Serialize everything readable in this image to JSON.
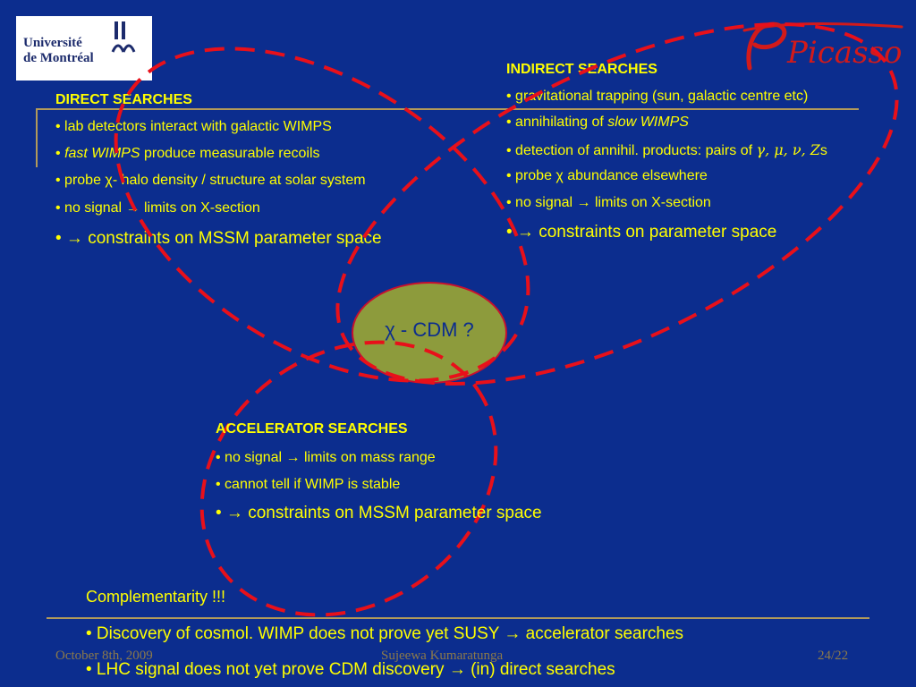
{
  "logo": {
    "line1": "Université",
    "line2": "de Montréal"
  },
  "picasso_logo": "Picasso",
  "direct": {
    "title": "DIRECT SEARCHES",
    "items": [
      "• lab detectors interact with galactic WIMPS",
      "produce measurable recoils",
      "• probe χ- halo density / structure at solar system",
      "• no signal → limits on X-section",
      "• → constraints on MSSM parameter space"
    ],
    "fast_wimps": "fast WIMPS",
    "bullet": "•"
  },
  "indirect": {
    "title": "INDIRECT SEARCHES",
    "items": [
      "• gravitational trapping (sun, galactic centre etc)",
      "• annihilating of",
      "• detection of annihil. products: pairs of",
      "• probe  χ abundance elsewhere",
      "• no signal → limits on X-section",
      "• → constraints on parameter space"
    ],
    "slow_wimps": "slow WIMPS",
    "particles": "γ, μ, ν, Z",
    "particles_suffix": "s"
  },
  "center": {
    "label": "χ - CDM ?"
  },
  "accelerator": {
    "title": "ACCELERATOR SEARCHES",
    "items": [
      "• no signal → limits on mass range",
      "• cannot tell if WIMP is stable",
      "• → constraints on MSSM parameter space"
    ]
  },
  "complementarity": {
    "heading": "Complementarity !!!",
    "lines": [
      "• Discovery of cosmol. WIMP does not prove yet SUSY → accelerator searches",
      "• LHC signal does not yet prove CDM discovery → (in) direct searches"
    ]
  },
  "footer": {
    "date": "October 8th, 2009",
    "author": "Sujeewa Kumaratunga",
    "page": "24/22"
  },
  "colors": {
    "background": "#0c2d8e",
    "text": "#ffff00",
    "dash": "#e8101a",
    "ellipse_fill": "#8d9b3c",
    "gold": "#b29a5a"
  }
}
